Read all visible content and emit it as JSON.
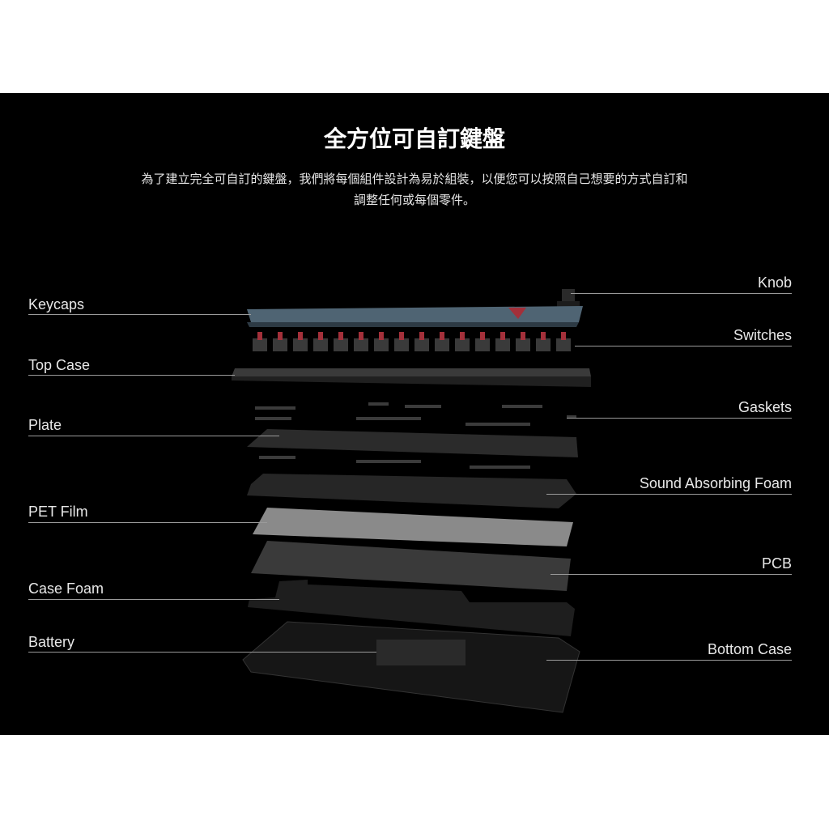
{
  "header": {
    "title": "全方位可自訂鍵盤",
    "description_line1": "為了建立完全可自訂的鍵盤，我們將每個組件設計為易於組裝，以便您可以按照自己想要的方式自訂和",
    "description_line2": "調整任何或每個零件。"
  },
  "labels_left": [
    "Keycaps",
    "Top Case",
    "Plate",
    "PET Film",
    "Case Foam",
    "Battery"
  ],
  "labels_right": [
    "Knob",
    "Switches",
    "Gaskets",
    "Sound Absorbing Foam",
    "PCB",
    "Bottom Case"
  ],
  "colors": {
    "background": "#000000",
    "keycap_blue": "#5f7585",
    "switch_red": "#a3303a"
  }
}
